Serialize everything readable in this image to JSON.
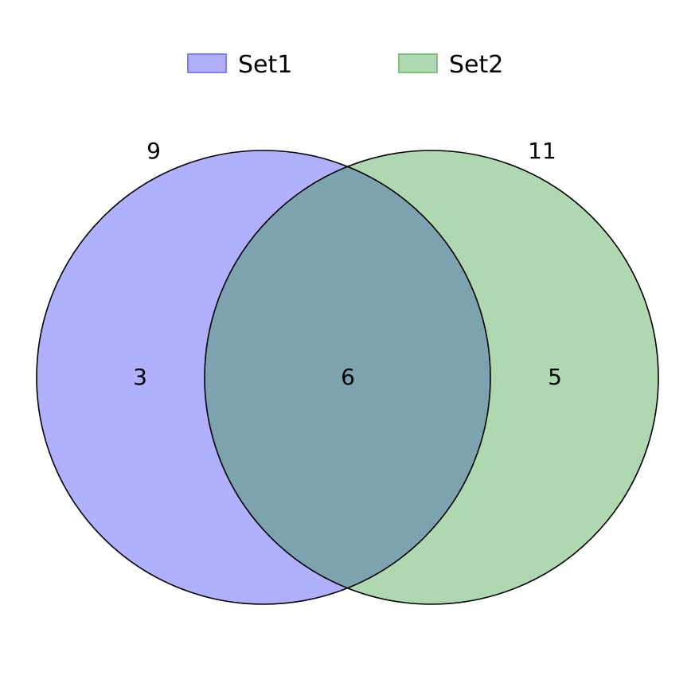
{
  "diagram": {
    "type": "venn2",
    "sets": [
      {
        "name": "Set1",
        "total": "9",
        "color": "#0000ff",
        "fill": "#b0b0ff",
        "legend_border": "#8080ff"
      },
      {
        "name": "Set2",
        "total": "11",
        "color": "#008000",
        "fill": "#b0d8b0",
        "legend_border": "#80c080"
      }
    ],
    "regions": {
      "set1_only": "3",
      "intersection": "6",
      "set2_only": "5"
    },
    "intersection_color": "#7ea3b0",
    "outline_color": "#000000"
  }
}
